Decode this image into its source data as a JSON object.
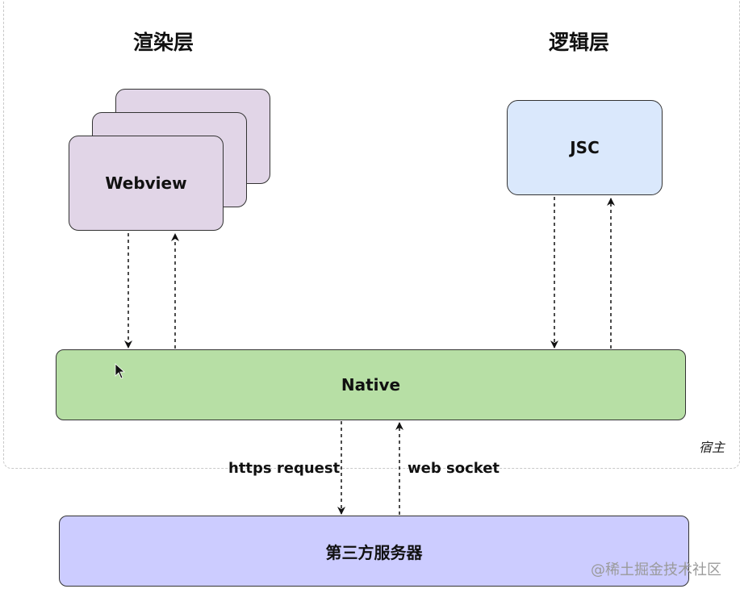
{
  "diagram": {
    "render_layer": {
      "title": "渲染层",
      "webview_label": "Webview"
    },
    "logic_layer": {
      "title": "逻辑层",
      "jsc_label": "JSC"
    },
    "native": {
      "label": "Native"
    },
    "host": {
      "label": "宿主"
    },
    "server": {
      "label": "第三方服务器"
    },
    "edges": {
      "https_request": "https request",
      "web_socket": "web socket"
    },
    "colors": {
      "webview": "#e1d5e7",
      "jsc": "#dae8fc",
      "native": "#b7dfa5",
      "server": "#ccccff"
    }
  },
  "watermark": "@稀土掘金技术社区"
}
